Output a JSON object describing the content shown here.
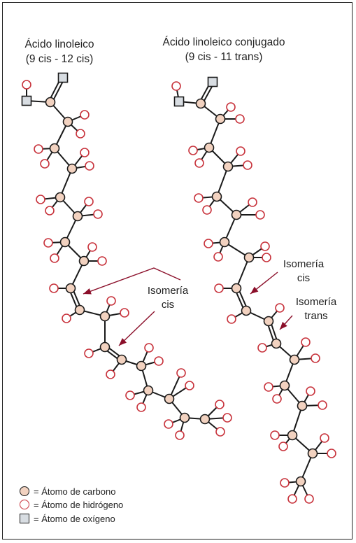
{
  "left_molecule": {
    "title": "Ácido linoleico",
    "subtitle": "(9 cis - 12 cis)"
  },
  "right_molecule": {
    "title": "Ácido linoleico conjugado",
    "subtitle": "(9 cis - 11 trans)"
  },
  "annotations": {
    "left_isomery": {
      "line1": "Isomería",
      "line2": "cis"
    },
    "right_cis": {
      "line1": "Isomería",
      "line2": "cis"
    },
    "right_trans": {
      "line1": "Isomería",
      "line2": "trans"
    }
  },
  "legend": {
    "carbon": "= Átomo de carbono",
    "hydrogen": "= Átomo de hidrógeno",
    "oxygen": "= Átomo de oxígeno"
  },
  "colors": {
    "carbon_fill": "#f2d2c0",
    "hydrogen_stroke": "#c8333c",
    "oxygen_fill": "#d8dde2",
    "arrow": "#8b0f2a",
    "bond": "#1a1a1a"
  }
}
